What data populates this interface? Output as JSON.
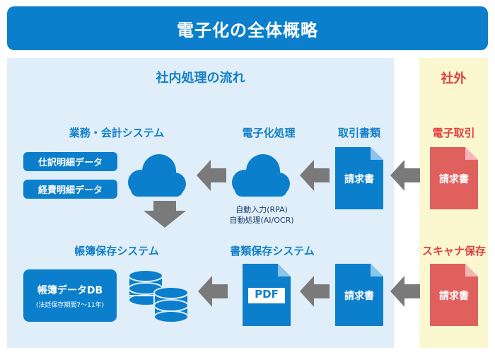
{
  "header": {
    "title": "電子化の全体概略"
  },
  "internal": {
    "title": "社内処理の流れ",
    "business_system": {
      "label": "業務・会計システム",
      "items": [
        "仕訳明細データ",
        "経費明細データ"
      ]
    },
    "digitization": {
      "label": "電子化処理",
      "notes": [
        "自動入力(RPA)",
        "自動処理(AI/OCR)"
      ]
    },
    "trade_docs": {
      "label": "取引書類",
      "doc": "請求書"
    },
    "ledger_system": {
      "label": "帳簿保存システム",
      "db_title": "帳簿データDB",
      "db_note": "(法廷保存期間7～11年)"
    },
    "doc_system": {
      "label": "書類保存システム",
      "pdf": "PDF"
    },
    "scan_doc": {
      "doc": "請求書"
    }
  },
  "external": {
    "title": "社外",
    "e_trade": {
      "label": "電子取引",
      "doc": "請求書"
    },
    "scanner": {
      "label": "スキャナ保存",
      "doc": "請求書"
    }
  },
  "colors": {
    "blue": "#0b7fcc",
    "red": "#e0605e",
    "arrow": "#7a7a7a",
    "panel_in": "#dfeef8",
    "panel_out": "#fbf7cf"
  }
}
